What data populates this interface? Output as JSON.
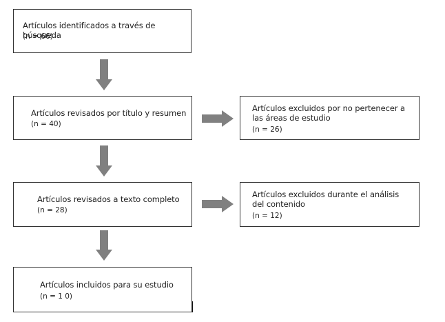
{
  "flow": {
    "step1": {
      "text": "Artículos identificados a través de búsqueda",
      "count": "(n = 66)"
    },
    "step2": {
      "text": "Artículos revisados por título y resumen",
      "count": "(n = 40)"
    },
    "step3": {
      "text": "Artículos revisados a texto completo",
      "count": "(n = 28)"
    },
    "step4": {
      "text": "Artículos incluidos para su estudio",
      "count": "(n = 1 0)"
    },
    "excluded1": {
      "text": "Artículos excluidos por no pertenecer a las áreas de estudio",
      "count": "(n = 26)"
    },
    "excluded2": {
      "text": "Artículos excluidos durante el análisis del contenido",
      "count": "(n = 12)"
    }
  },
  "colors": {
    "arrow": "#808080",
    "border": "#333333"
  }
}
